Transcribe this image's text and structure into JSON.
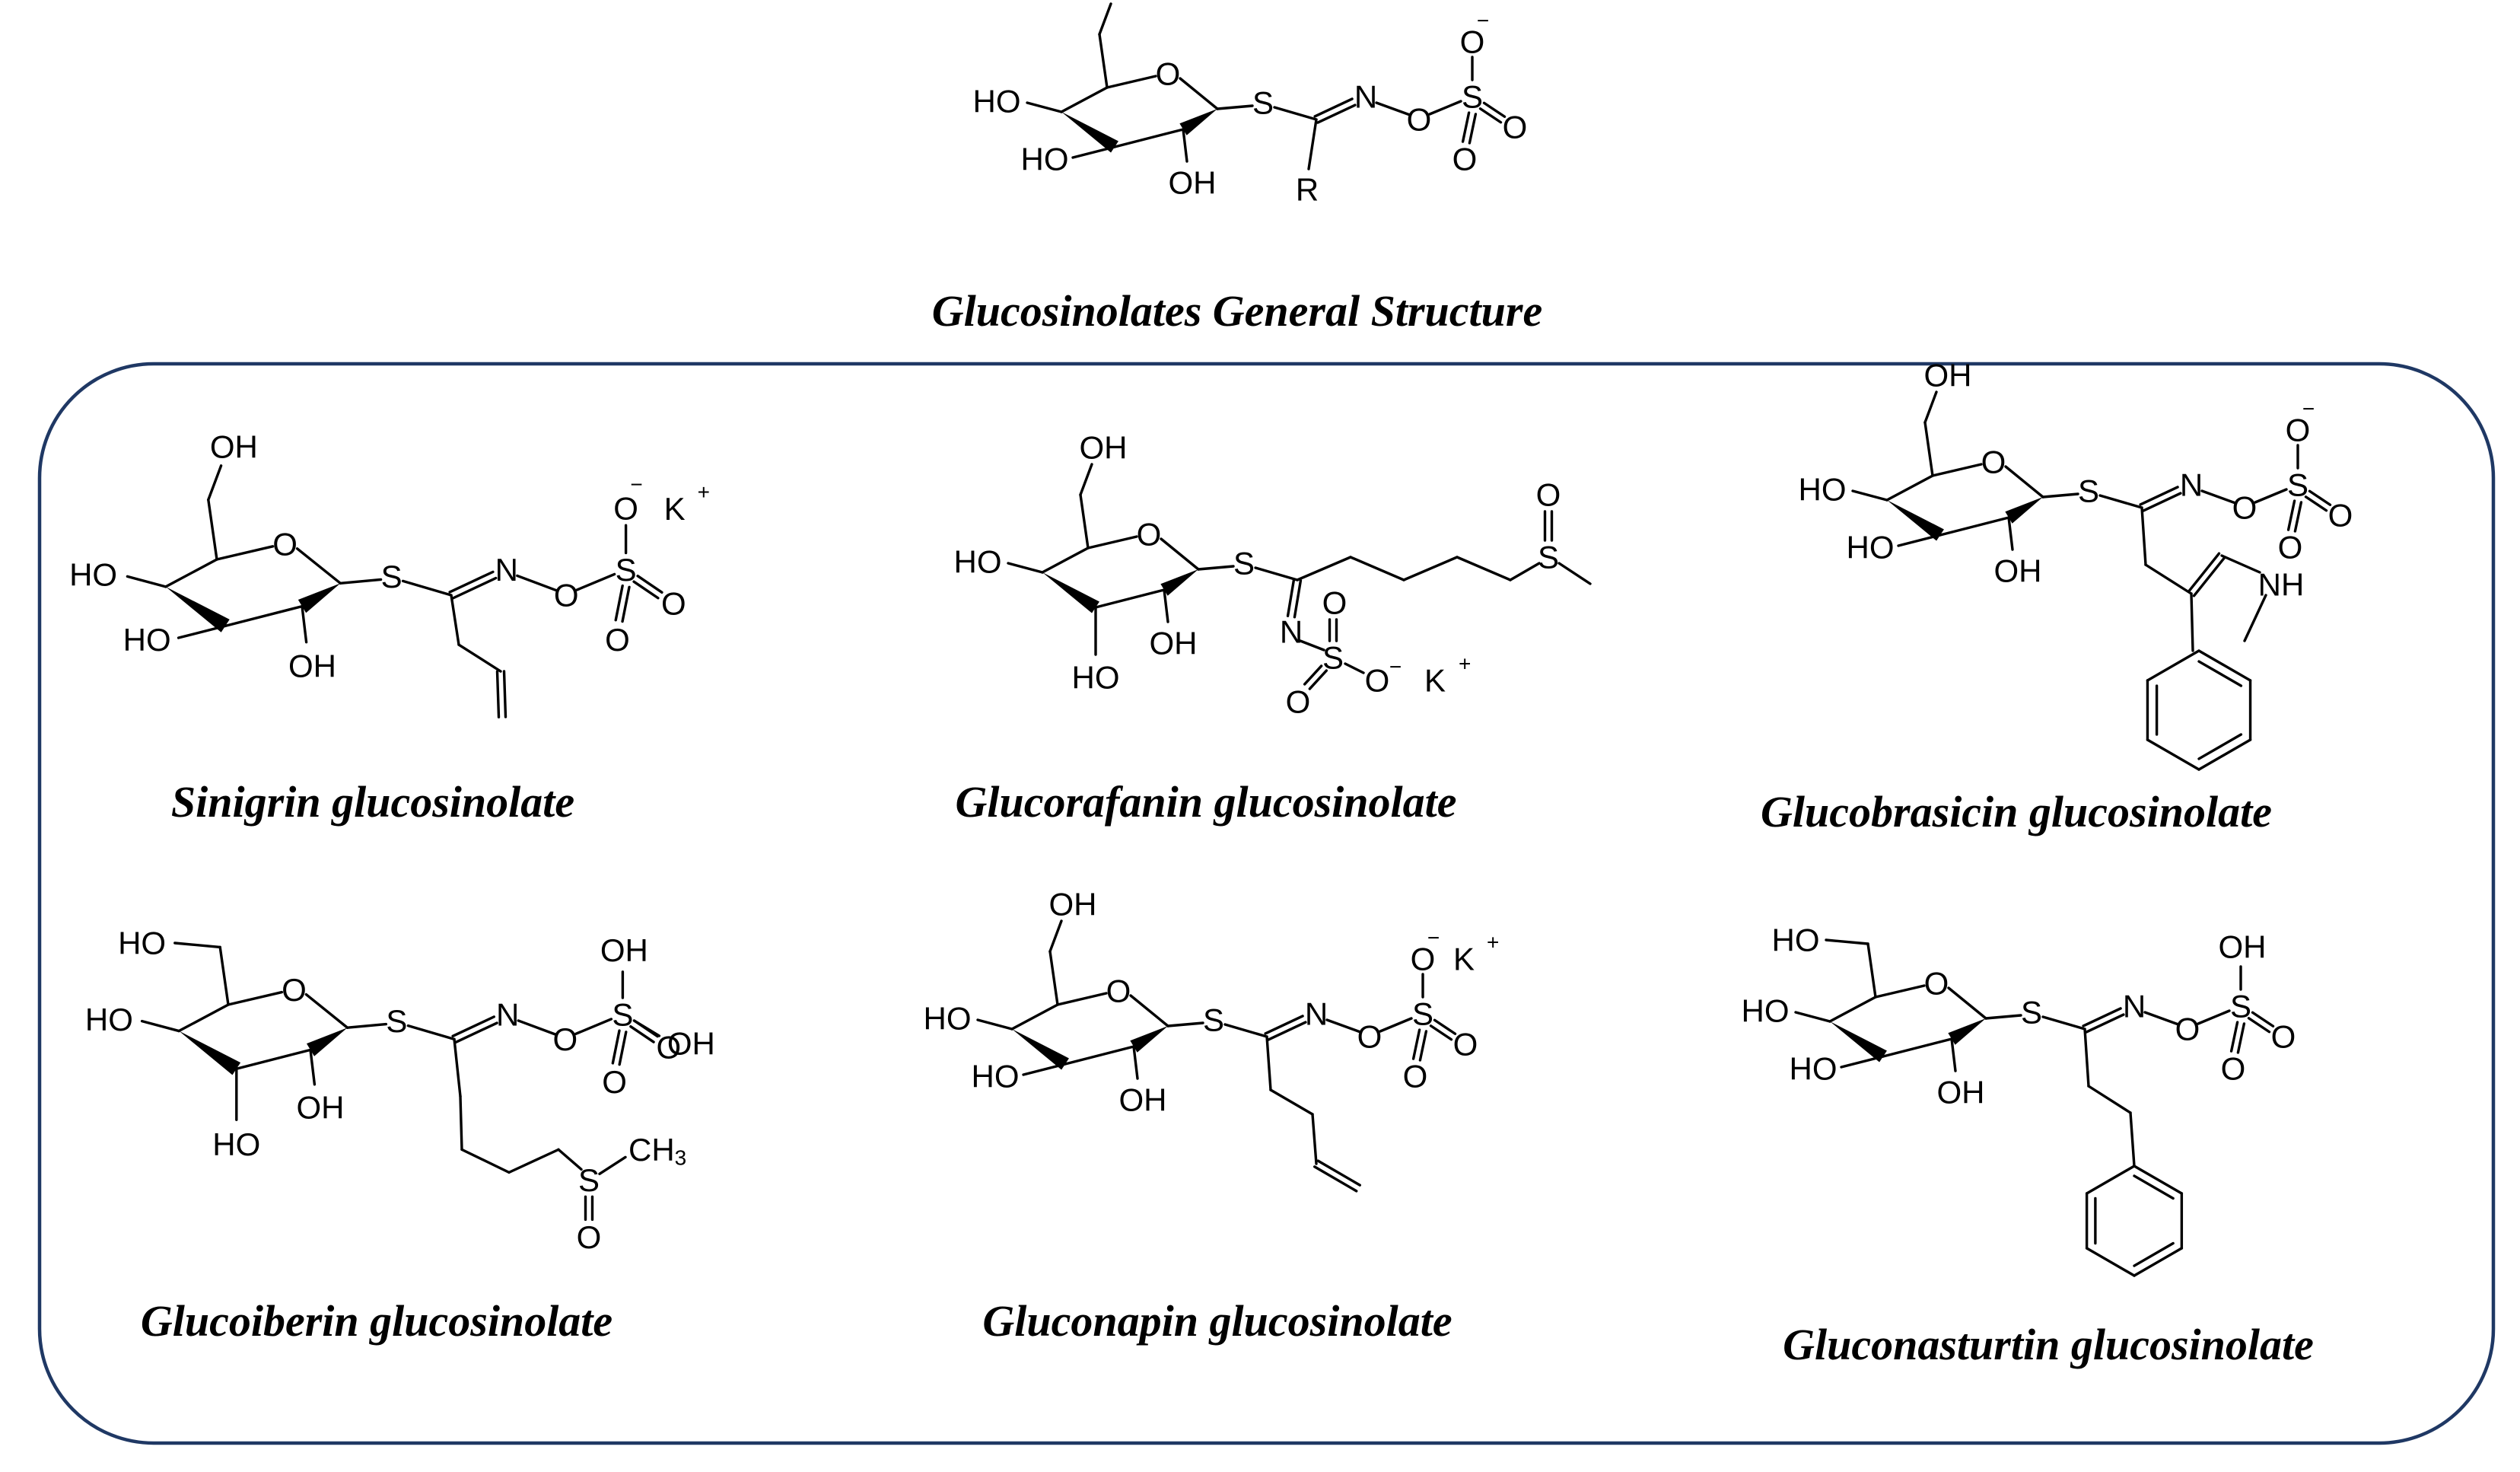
{
  "general": {
    "caption": "Glucosinolates General Structure",
    "R": "R"
  },
  "compounds": [
    {
      "caption": "Sinigrin glucosinolate",
      "counter_ion": "K"
    },
    {
      "caption": "Glucorafanin glucosinolate",
      "counter_ion": "K"
    },
    {
      "caption": "Glucobrasicin glucosinolate",
      "nh_label": "NH"
    },
    {
      "caption": "Glucoiberin glucosinolate",
      "methyl_label": "CH3",
      "acid_oh": "OH"
    },
    {
      "caption": "Gluconapin glucosinolate",
      "counter_ion": "K"
    },
    {
      "caption": "Gluconasturtin glucosinolate",
      "acid_oh": "OH"
    }
  ],
  "atoms": {
    "oh": "OH",
    "ho": "HO",
    "o": "O",
    "s": "S",
    "n": "N",
    "minus": "−",
    "plus": "+"
  },
  "colors": {
    "frame": "#1f3864",
    "ink": "#000000"
  }
}
